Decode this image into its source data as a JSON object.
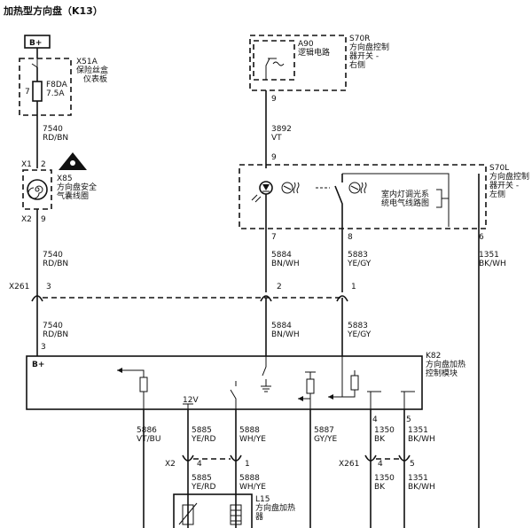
{
  "title": "加热型方向盘（K13）",
  "power_label": "B+",
  "x51a": {
    "id": "X51A",
    "desc": [
      "保险丝盒",
      "仪表板"
    ],
    "fuse_id": "F8DA",
    "fuse_rating": "7.5A",
    "pin": "7"
  },
  "wire_7540": {
    "num": "7540",
    "color": "RD/BN"
  },
  "x85": {
    "id": "X85",
    "desc": [
      "方向盘安全",
      "气囊线圈"
    ],
    "conn_top": "X1",
    "conn_bot": "X2",
    "pin_top": "2",
    "pin_bot": "9"
  },
  "s70r": {
    "id": "S70R",
    "desc": [
      "方向盘控制",
      "器开关 -",
      "右侧"
    ],
    "a90_id": "A90",
    "a90_desc": "逻辑电路",
    "pin": "9"
  },
  "wire_3892": {
    "num": "3892",
    "color": "VT",
    "pin_top": "9"
  },
  "s70l": {
    "id": "S70L",
    "desc": [
      "方向盘控制",
      "器开关 -",
      "左侧"
    ],
    "ref_text": [
      "室内灯调光系",
      "统电气线路图"
    ],
    "pin_a": "7",
    "pin_b": "8",
    "pin_c": "6"
  },
  "wire_5884": {
    "num": "5884",
    "color": "BN/WH"
  },
  "wire_5883": {
    "num": "5883",
    "color": "YE/GY"
  },
  "wire_1351": {
    "num": "1351",
    "color": "BK/WH"
  },
  "x261": {
    "id": "X261",
    "pin_a": "3",
    "pin_b": "2",
    "pin_c": "1",
    "pin_d": "4",
    "pin_e": "5"
  },
  "k82": {
    "id": "K82",
    "desc": [
      "方向盘加热",
      "控制模块"
    ],
    "bplus": "B+",
    "pin": "3",
    "v12": "12V",
    "pin_4": "4",
    "pin_5": "5"
  },
  "wire_5886": {
    "num": "5886",
    "color": "VT/BU"
  },
  "wire_5885": {
    "num": "5885",
    "color": "YE/RD"
  },
  "wire_5888": {
    "num": "5888",
    "color": "WH/YE"
  },
  "wire_5887": {
    "num": "5887",
    "color": "GY/YE"
  },
  "wire_1350": {
    "num": "1350",
    "color": "BK"
  },
  "x2": {
    "id": "X2",
    "pin_a": "4",
    "pin_b": "1"
  },
  "l15": {
    "id": "L15",
    "desc": [
      "方向盘加热",
      "器"
    ]
  }
}
